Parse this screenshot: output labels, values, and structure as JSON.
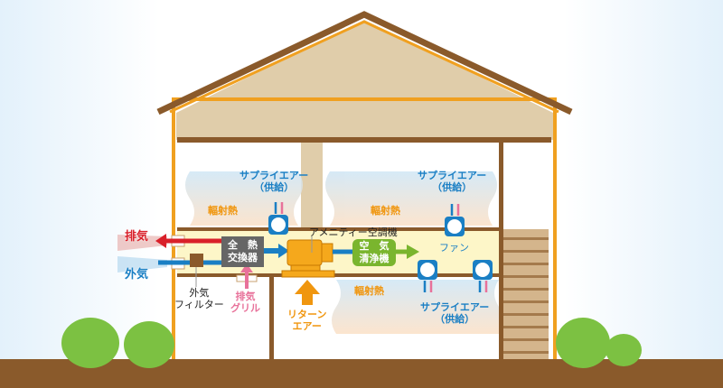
{
  "labels": {
    "supply_air_top_left": {
      "line1": "サプライエアー",
      "line2": "（供給）"
    },
    "supply_air_top_right": {
      "line1": "サプライエアー",
      "line2": "（供給）"
    },
    "supply_air_bottom": {
      "line1": "サプライエアー",
      "line2": "（供給）"
    },
    "radiant_heat": "輻射熱",
    "exhaust": "排気",
    "outside_air": "外気",
    "heat_exchanger": {
      "line1": "全　熱",
      "line2": "交換器"
    },
    "amenity_ac": "アメニティー空調機",
    "air_purifier": {
      "line1": "空　気",
      "line2": "清浄機"
    },
    "fan": "ファン",
    "outside_air_filter": {
      "line1": "外気",
      "line2": "フィルター"
    },
    "exhaust_grille": {
      "line1": "排気",
      "line2": "グリル"
    },
    "return_air": {
      "line1": "リターン",
      "line2": "エアー"
    }
  },
  "colors": {
    "exhaust": "#d9202a",
    "supply": "#1a7fc4",
    "return": "#f0960f",
    "purifier": "#7ab52e",
    "wall": "#8a5a2b",
    "frame": "#f0a020"
  }
}
